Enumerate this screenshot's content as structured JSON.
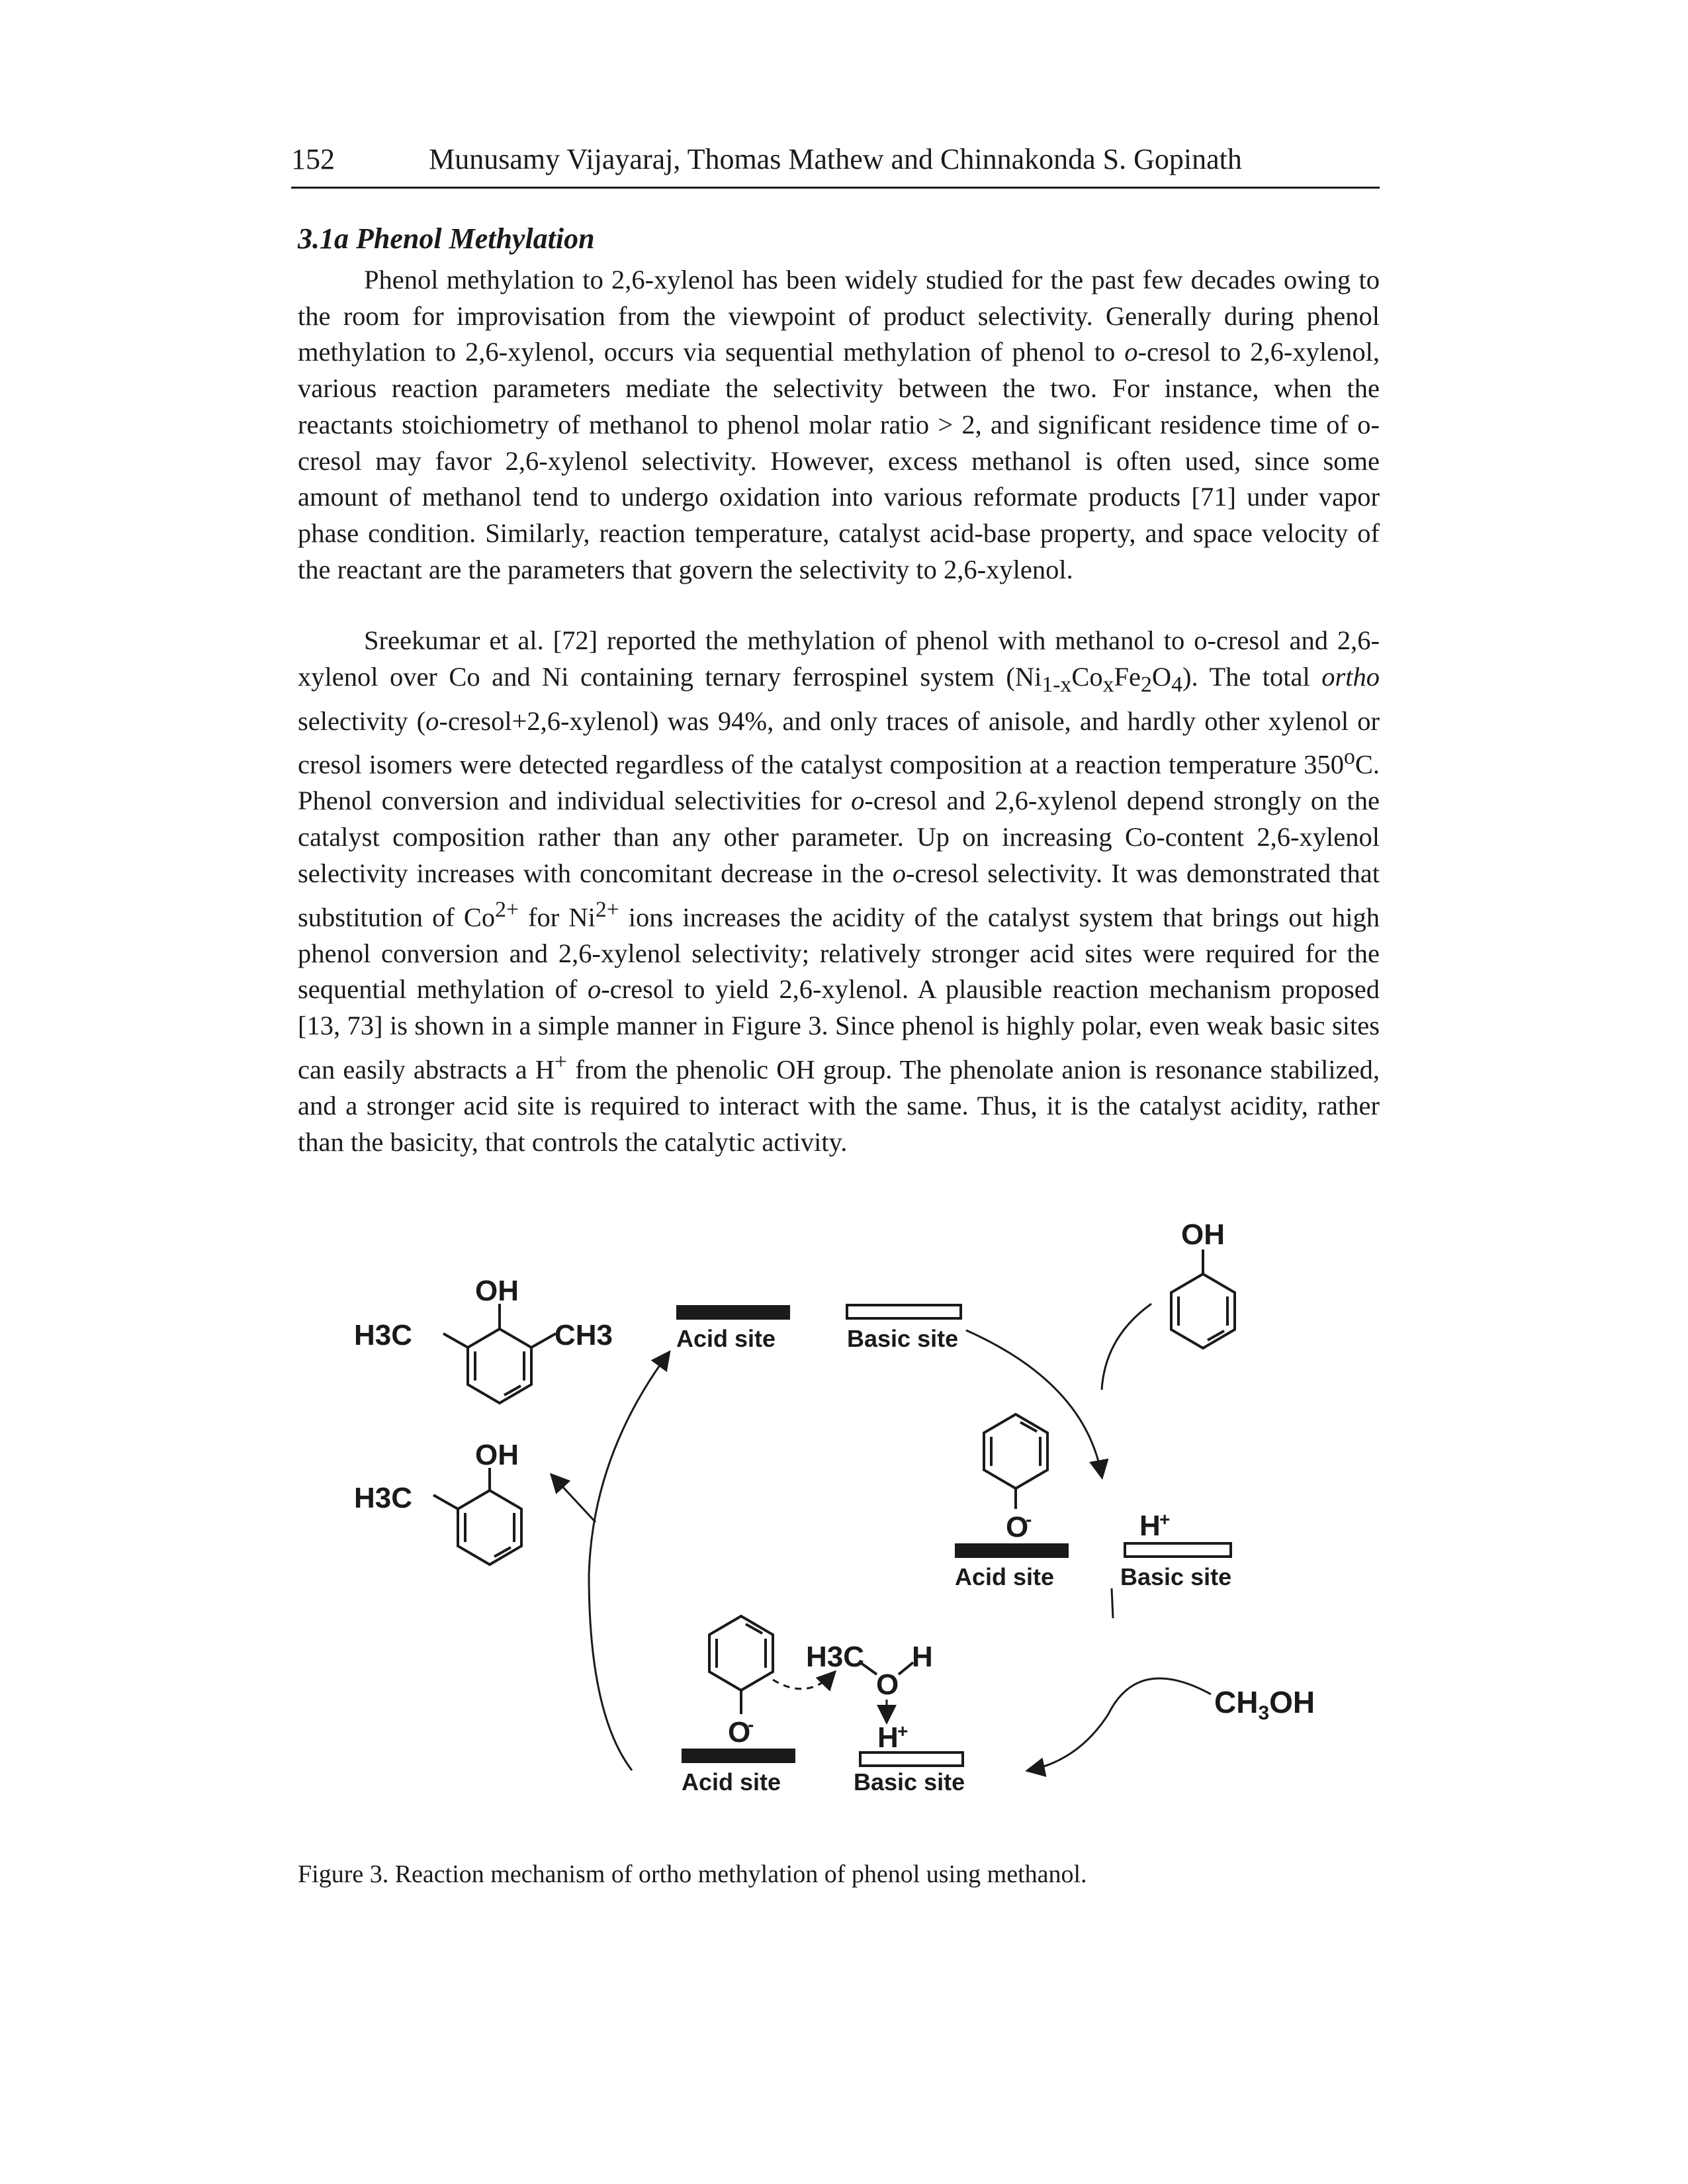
{
  "header": {
    "page_number": "152",
    "running_head": "Munusamy Vijayaraj, Thomas Mathew and Chinnakonda S. Gopinath"
  },
  "section": {
    "title": "3.1a Phenol Methylation"
  },
  "paragraphs": {
    "p1": {
      "s1": "Phenol methylation to 2,6-xylenol has been widely studied for the past few decades owing to the room for improvisation from the viewpoint of product selectivity. Generally during phenol methylation to 2,6-xylenol, occurs via sequential methylation of phenol to ",
      "o1": "o",
      "s2": "-cresol to 2,6-xylenol, various reaction parameters mediate the selectivity between the two. For instance, when the reactants stoichiometry of methanol to phenol molar ratio > 2, and significant residence time of o-cresol may favor 2,6-xylenol selectivity. However, excess methanol is often used, since some amount of methanol tend to undergo oxidation into various reformate products [71] under vapor phase condition. Similarly, reaction temperature, catalyst acid-base property, and space velocity of the reactant are the parameters that govern the selectivity to 2,6-xylenol."
    },
    "p2": {
      "s1": "Sreekumar et al. [72] reported the methylation of phenol with methanol to o-cresol and 2,6-xylenol over Co and Ni containing ternary ferrospinel system (Ni",
      "sub1": "1-x",
      "s2": "Co",
      "sub2": "x",
      "s3": "Fe",
      "sub3": "2",
      "s4": "O",
      "sub4": "4",
      "s5": "). The total ",
      "i1": "ortho",
      "s6": " selectivity (",
      "i2": "o",
      "s7": "-cresol+2,6-xylenol) was 94%, and only traces of anisole, and hardly other xylenol or cresol isomers were detected regardless of the catalyst composition at a reaction temperature 350",
      "sup1": "o",
      "s8": "C. Phenol conversion and individual selectivities for ",
      "i3": "o",
      "s9": "-cresol and 2,6-xylenol depend strongly on the catalyst composition rather than any other parameter. Up on increasing Co-content 2,6-xylenol selectivity increases with concomitant decrease in the ",
      "i4": "o",
      "s10": "-cresol selectivity. It was demonstrated that substitution of Co",
      "sup2": "2+",
      "s11": " for Ni",
      "sup3": "2+",
      "s12": " ions increases the acidity of the catalyst system that brings out high phenol conversion and 2,6-xylenol selectivity; relatively stronger acid sites were required for the sequential methylation of ",
      "i5": "o",
      "s13": "-cresol to yield 2,6-xylenol. A plausible reaction mechanism proposed [13, 73] is shown in a simple manner in Figure 3. Since phenol is highly polar, even weak basic sites can easily abstracts a H",
      "sup4": "+",
      "s14": " from the phenolic OH group. The phenolate anion is resonance stabilized, and a stronger acid site is required to interact with the same. Thus, it is the catalyst acidity, rather than the basicity, that controls the catalytic activity."
    }
  },
  "figure": {
    "labels": {
      "oh": "OH",
      "h3c": "H3C",
      "ch3": "CH3",
      "acid_site": "Acid site",
      "basic_site": "Basic site",
      "o_minus": "O",
      "minus": "-",
      "h_plus": "H",
      "plus": "+",
      "h": "H",
      "o": "O",
      "ch": "CH",
      "sub3": "3",
      "oh_tail": "OH"
    },
    "caption": "Figure 3. Reaction mechanism of ortho methylation of phenol using methanol."
  },
  "colors": {
    "ink": "#1a1a1a",
    "background": "#ffffff"
  }
}
